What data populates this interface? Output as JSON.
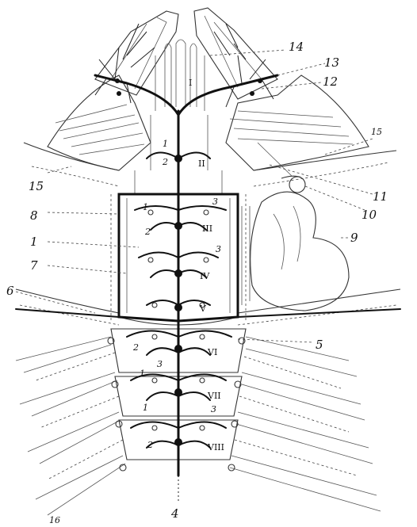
{
  "labels": {
    "l1": "1",
    "l4": "4",
    "l5": "5",
    "l6": "6",
    "l7": "7",
    "l8": "8",
    "l9": "9",
    "l10": "10",
    "l11": "11",
    "l12": "12",
    "l13": "13",
    "l14": "14",
    "l15_left": "15",
    "l15_right": "15",
    "l16": "16"
  },
  "segments": {
    "I": "I",
    "II": "II",
    "III": "III",
    "IV": "IV",
    "V": "V",
    "VI": "VI",
    "VII": "VII",
    "VIII": "VIII"
  },
  "branch_numbers": {
    "n1_a": "1",
    "n2_a": "2",
    "n1_b": "1",
    "n3_b": "3",
    "n2_b": "2",
    "n3_c": "3",
    "n2_d": "2",
    "n1_e": "1",
    "n3_e": "3",
    "n1_f": "1",
    "n3_f": "3",
    "n2_g": "2"
  }
}
